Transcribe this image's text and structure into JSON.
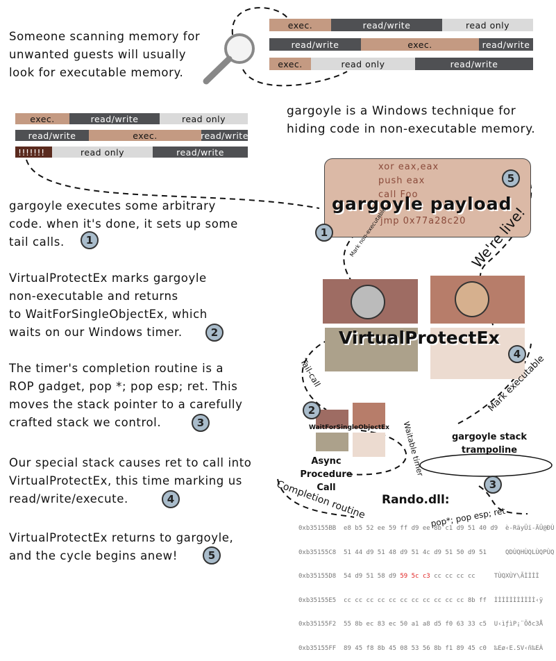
{
  "intro_text": "Someone scanning memory for\nunwanted guests will usually\nlook for executable memory.",
  "definition_text": "gargoyle is a Windows technique for\nhiding code in non-executable memory.",
  "labels": {
    "exec": "exec.",
    "rw": "read/write",
    "ro": "read only",
    "bang": "!!!!!!!"
  },
  "steps": [
    "gargoyle executes some arbitrary\ncode. when it's done, it sets up some\ntail calls.",
    "VirtualProtectEx marks gargoyle\nnon-executable and returns\nto WaitForSingleObjectEx, which\nwaits on our Windows timer.",
    "The timer's completion routine is  a\nROP gadget, pop *; pop esp; ret. This\nmoves the stack pointer to a carefully\ncrafted stack we control.",
    "Our special stack causes ret to call into\nVirtualProtectEx, this time marking us\nread/write/execute.",
    "VirtualProtectEx returns to gargoyle,\nand the cycle begins anew!"
  ],
  "step_numbers": [
    "1",
    "2",
    "3",
    "4",
    "5"
  ],
  "payload": {
    "lines": [
      "xor eax,eax",
      "push eax",
      "call Foo"
    ],
    "title": "gargoyle payload",
    "jmp": "jmp 0x77a28c20"
  },
  "diagram": {
    "virtualprotect": "VirtualProtectEx",
    "wait": "WaitForSingleObjectEx",
    "apc": "Async\nProcedure\nCall",
    "trampoline": "gargoyle stack\ntrampoline",
    "rando": "Rando.dll:",
    "mark_non_exec": "Mark non-executable",
    "were_live": "We're live!",
    "tail_call": "Tail-call",
    "waitable_timer": "Waitable timer",
    "mark_exec": "Mark executable",
    "completion": "Completion routine",
    "gadget": "pop*; pop esp; ret"
  },
  "hexdump": [
    {
      "addr": "0xb35155BB",
      "bytes": "e8 b5 52 ee 59 ff d9 ee 8b c1 d9 51 40 d9",
      "ascii": "è-RäyÜï-ÄÛ@ÐÙ"
    },
    {
      "addr": "0xb35155C8",
      "bytes": "51 44 d9 51 48 d9 51 4c d9 51 50 d9 51",
      "ascii": "QDÙQHÙQLÙQPÙQ"
    },
    {
      "addr": "0xb35155D8",
      "bytes_pre": "54 d9 51 58 d9 ",
      "bytes_red": "59 5c c3",
      "bytes_post": " cc cc cc cc",
      "ascii": "TÙQXÙY\\ÃÌÌÌÌ"
    },
    {
      "addr": "0xb35155E5",
      "bytes": "cc cc cc cc cc cc cc cc cc cc cc 8b ff",
      "ascii": "ÌÌÌÌÌÌÌÌÌÌÌ‹ÿ"
    },
    {
      "addr": "0xb35155F2",
      "bytes": "55 8b ec 83 ec 50 a1 a8 d5 f0 63 33 c5",
      "ascii": "U‹ìƒìP¡¨Õðc3Å"
    },
    {
      "addr": "0xb35155FF",
      "bytes": "89 45 f8 8b 45 08 53 56 8b f1 89 45 c0",
      "ascii": "‰Eø‹E.SV‹ñ‰EÀ"
    }
  ]
}
